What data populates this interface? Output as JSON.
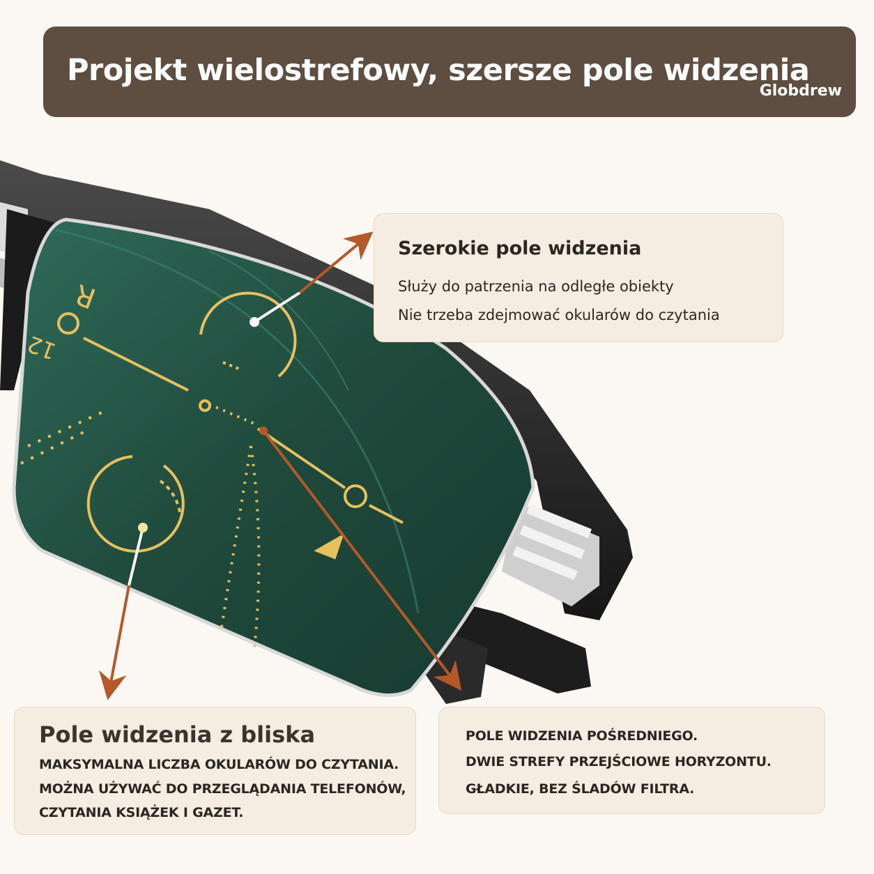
{
  "header": {
    "title": "Projekt wielostrefowy, szersze pole widzenia",
    "brand": "Globdrew"
  },
  "callouts": {
    "far": {
      "title": "Szerokie pole widzenia",
      "lines": [
        "Służy do patrzenia na odległe obiekty",
        "Nie trzeba zdejmować okularów do czytania"
      ]
    },
    "near": {
      "title": "Pole widzenia z bliska",
      "lines": [
        "MAKSYMALNA LICZBA OKULARÓW DO CZYTANIA.",
        "MOŻNA UŻYWAĆ DO PRZEGLĄDANIA TELEFONÓW,",
        "CZYTANIA KSIĄŻEK I GAZET."
      ]
    },
    "intermediate": {
      "lines": [
        "POLE WIDZENIA POŚREDNIEGO.",
        "DWIE STREFY PRZEJŚCIOWE HORYZONTU.",
        "GŁADKIE, BEZ ŚLADÓW FILTRA."
      ]
    }
  },
  "lens_markings": [
    "R",
    "12"
  ],
  "colors": {
    "header_bg": "#5e4d41",
    "card_bg": "#f5ede2",
    "arrow": "#b5592a",
    "lens_tint": "#1f4a3c",
    "marking": "#e8c060"
  }
}
